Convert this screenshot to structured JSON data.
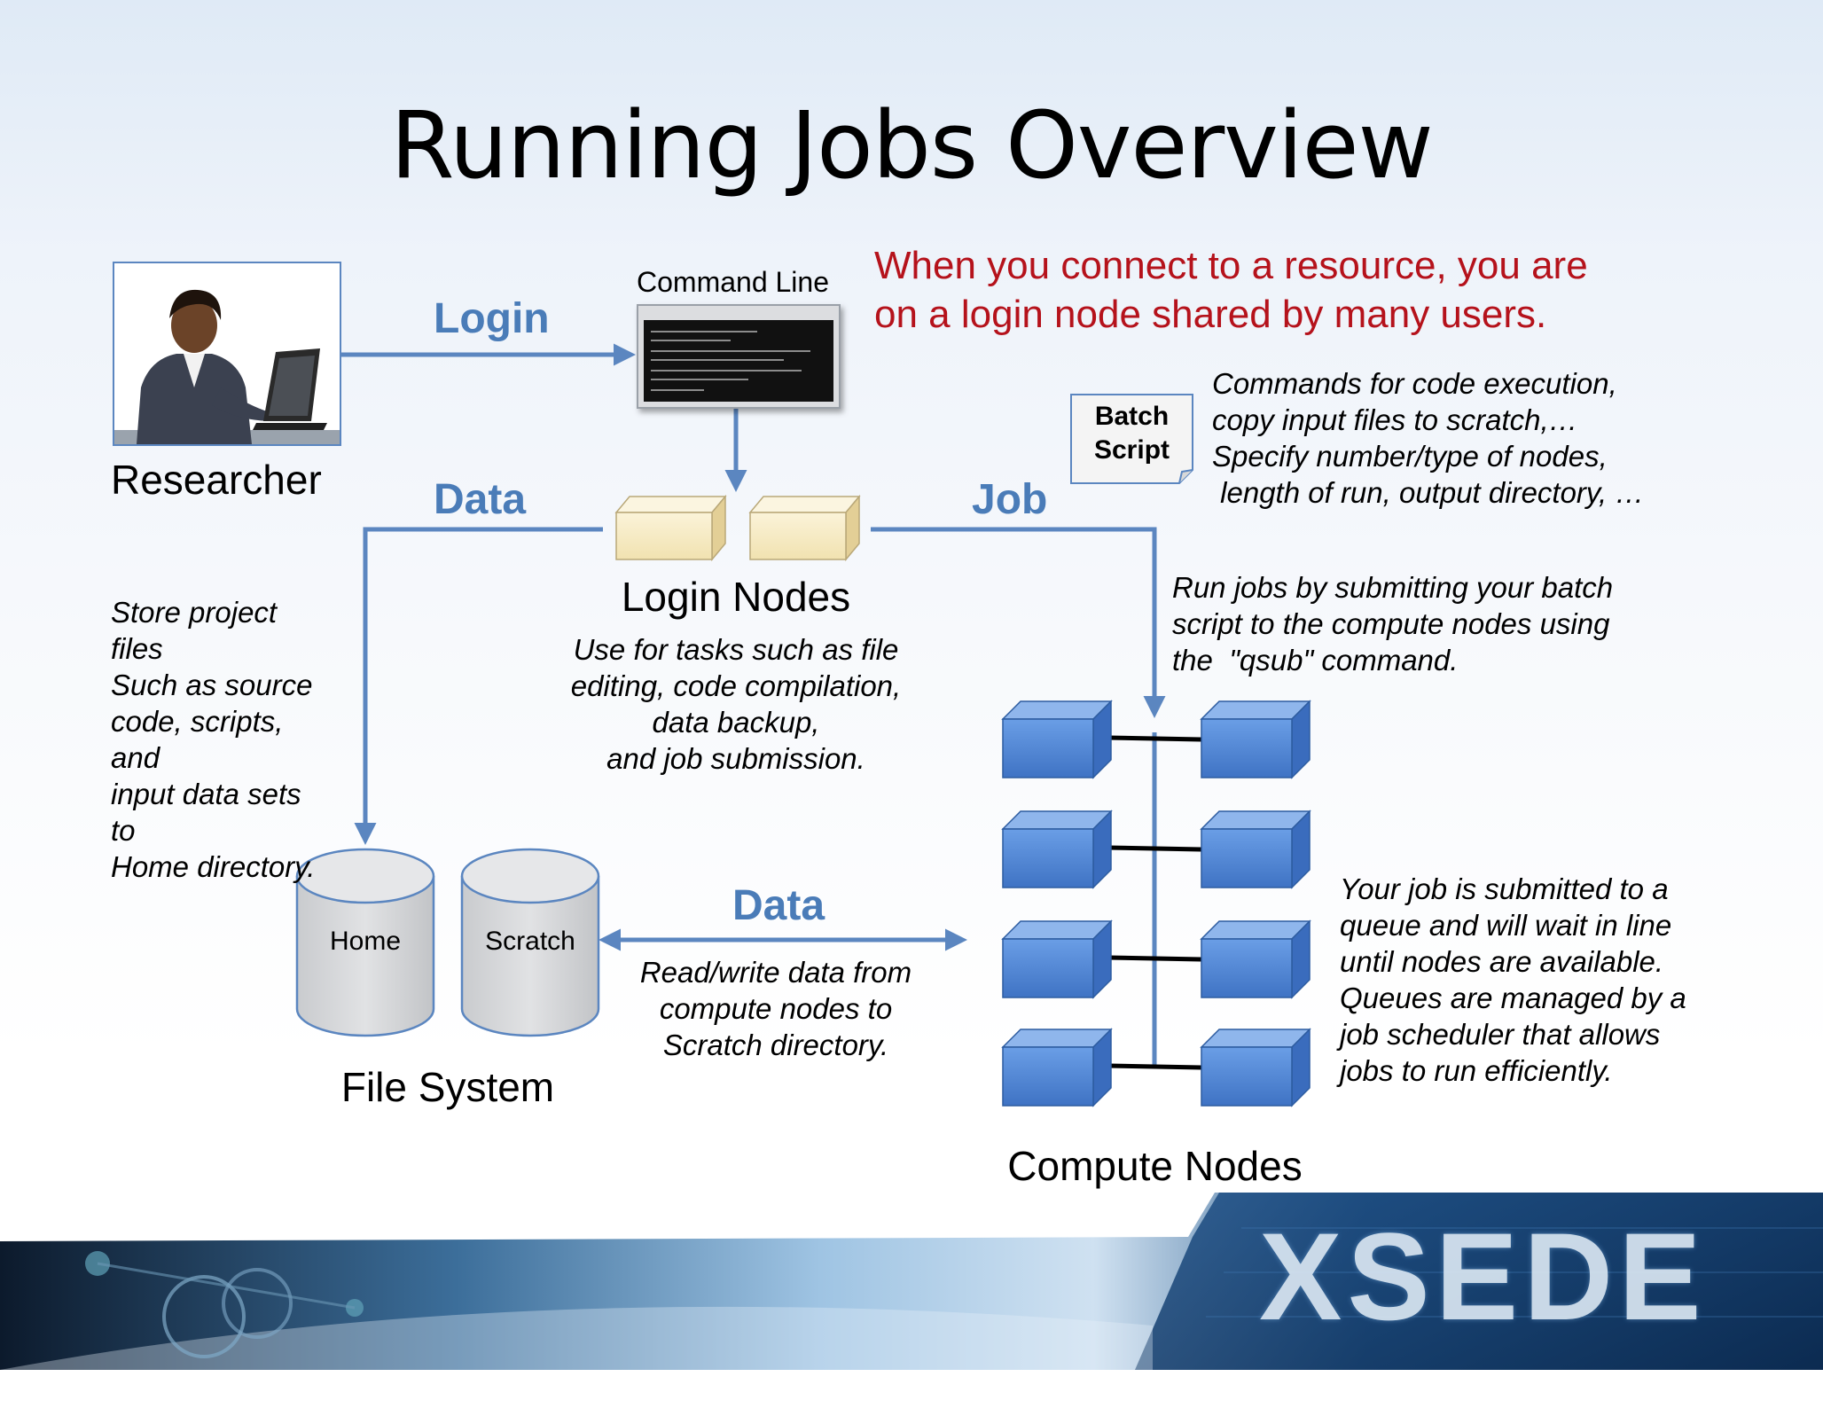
{
  "title": "Running Jobs Overview",
  "researcher": {
    "label": "Researcher"
  },
  "command_line": {
    "label": "Command Line"
  },
  "arrows": {
    "login": "Login",
    "data_top": "Data",
    "job": "Job",
    "data_bottom": "Data"
  },
  "notice": {
    "line1": "When you connect to a resource, you are",
    "line2": "on a login node shared by many users."
  },
  "batch_script": {
    "line1": "Batch",
    "line2": "Script",
    "notes": [
      "Commands for code execution,",
      "copy input files to scratch,…",
      "Specify number/type of nodes,",
      " length of run, output directory, …"
    ]
  },
  "login_nodes": {
    "label": "Login Nodes",
    "notes": [
      "Use for tasks such as file",
      "editing,  code compilation,",
      "data backup,",
      "and job submission."
    ]
  },
  "store_note": [
    "Store project",
    "files",
    "Such  as source",
    "code,  scripts,",
    "and",
    "input data  sets",
    "to",
    "Home directory."
  ],
  "run_note": [
    "Run jobs by submitting your batch",
    "script to the compute nodes using",
    "the  \"qsub\" command."
  ],
  "file_system": {
    "label": "File System",
    "home": "Home",
    "scratch": "Scratch"
  },
  "readwrite_note": [
    "Read/write data from",
    "compute nodes to",
    "Scratch directory."
  ],
  "compute_nodes": {
    "label": "Compute Nodes"
  },
  "queue_note": [
    "Your job is submitted to a",
    "queue and will wait in line",
    "until nodes are available.",
    "Queues are managed by a",
    "job scheduler that allows",
    "jobs to run efficiently."
  ],
  "footer": {
    "brand": "XSEDE"
  },
  "colors": {
    "arrow": "#5b86c0",
    "accent_red": "#b5121b",
    "node_blue": "#4f87d6",
    "login_node": "#f7ecc7"
  }
}
